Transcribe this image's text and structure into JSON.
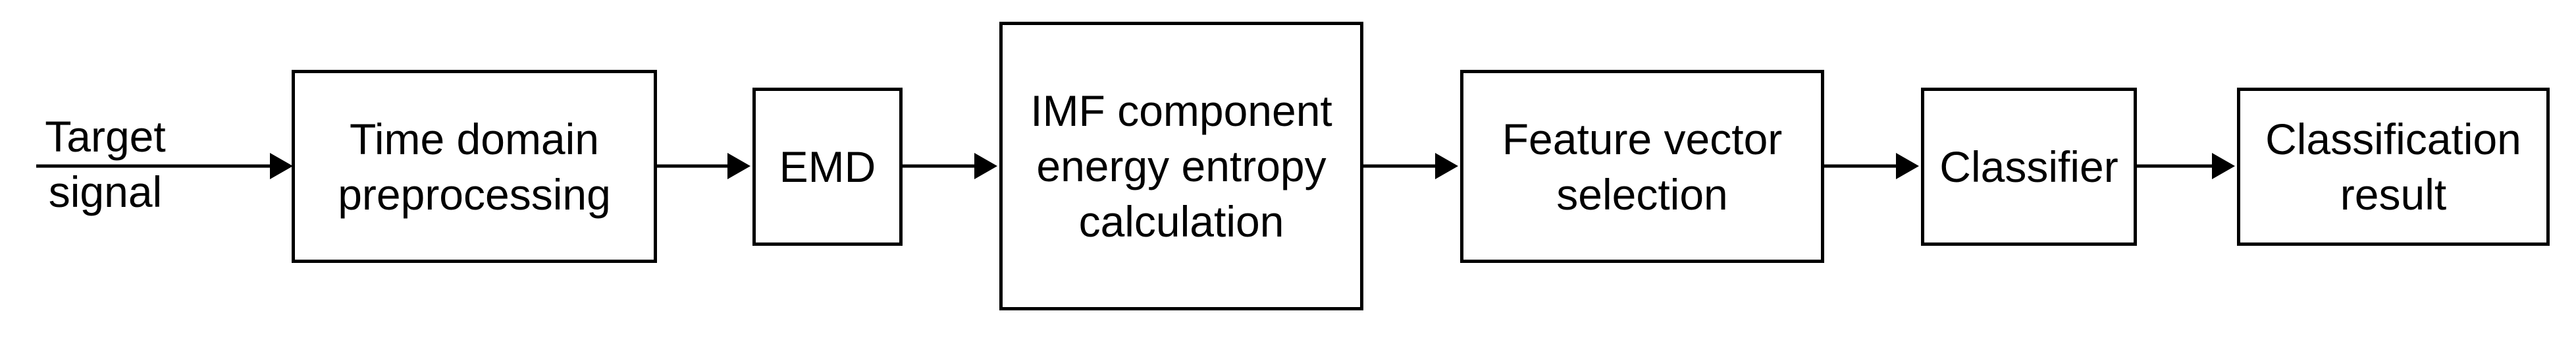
{
  "diagram": {
    "input": {
      "line1": "Target",
      "line2": "signal"
    },
    "boxes": [
      {
        "line1": "Time domain",
        "line2": "preprocessing"
      },
      {
        "line1": "EMD"
      },
      {
        "line1": "IMF component",
        "line2": "energy entropy",
        "line3": "calculation"
      },
      {
        "line1": "Feature vector",
        "line2": "selection"
      },
      {
        "line1": "Classifier"
      },
      {
        "line1": "Classification",
        "line2": "result"
      }
    ],
    "colors": {
      "stroke": "#000000",
      "background": "#ffffff"
    }
  }
}
